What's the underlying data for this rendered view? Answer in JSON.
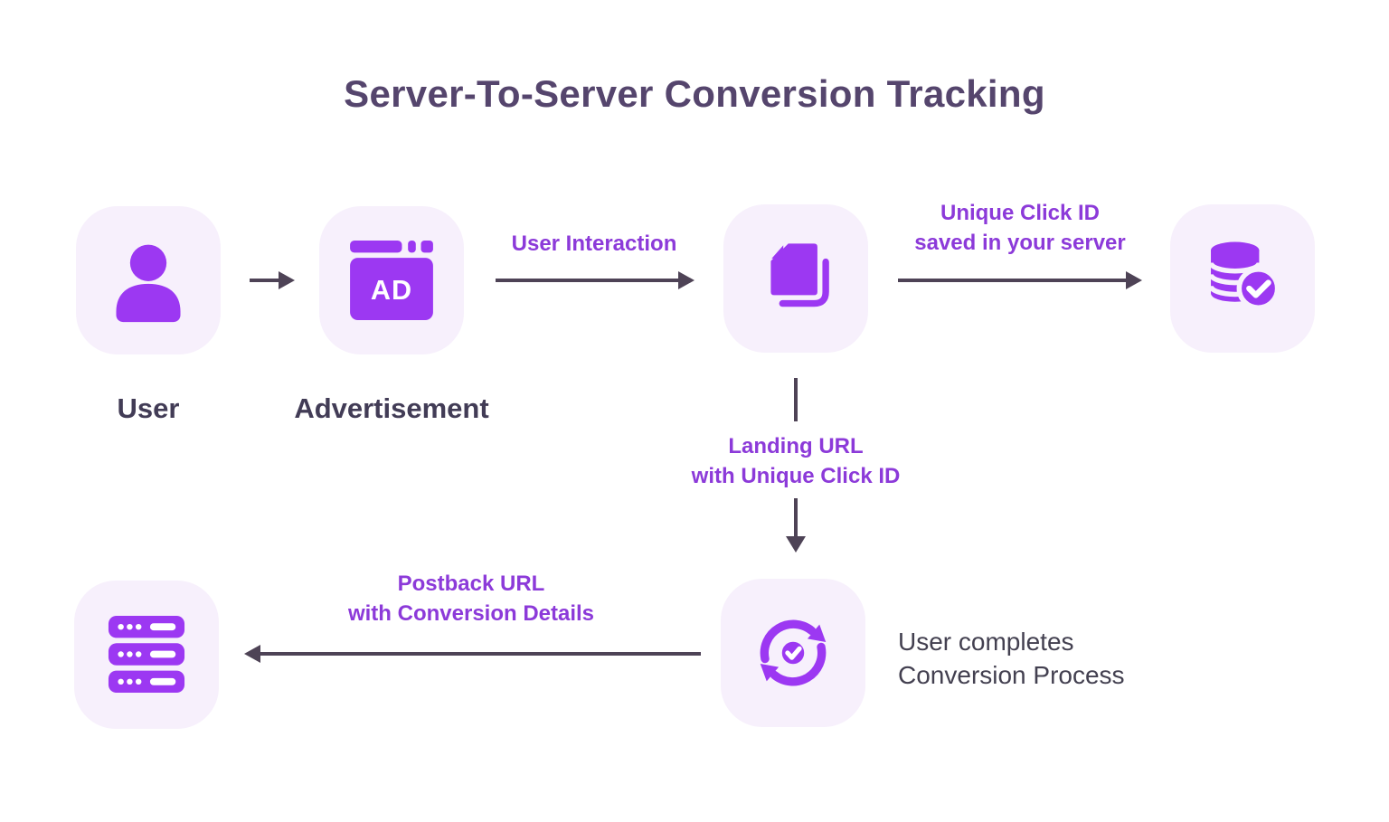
{
  "title": "Server-To-Server Conversion Tracking",
  "colors": {
    "accent_purple": "#9C38F2",
    "label_purple": "#8C3AD9",
    "title_dark": "#55456D",
    "text_dark": "#423C56",
    "arrow_dark": "#4E4356",
    "tile_background": "#F7F0FC",
    "page_background": "#FFFFFF"
  },
  "nodes": {
    "user": {
      "label": "User",
      "icon": "user-icon"
    },
    "advertisement": {
      "label": "Advertisement",
      "icon": "ad-browser-icon",
      "icon_text": "AD"
    },
    "landing_page": {
      "icon": "pages-icon"
    },
    "server_database": {
      "icon": "database-check-icon"
    },
    "advertiser_server": {
      "icon": "server-rack-icon"
    },
    "conversion": {
      "icon": "sync-check-icon",
      "caption_line1": "User completes",
      "caption_line2": "Conversion Process"
    }
  },
  "edges": {
    "ad_to_landing": {
      "label": "User Interaction"
    },
    "landing_to_database": {
      "label_line1": "Unique Click ID",
      "label_line2": "saved in your server"
    },
    "landing_to_conversion": {
      "label_line1": "Landing URL",
      "label_line2": "with Unique Click ID"
    },
    "conversion_to_server": {
      "label_line1": "Postback URL",
      "label_line2": "with Conversion Details"
    }
  }
}
